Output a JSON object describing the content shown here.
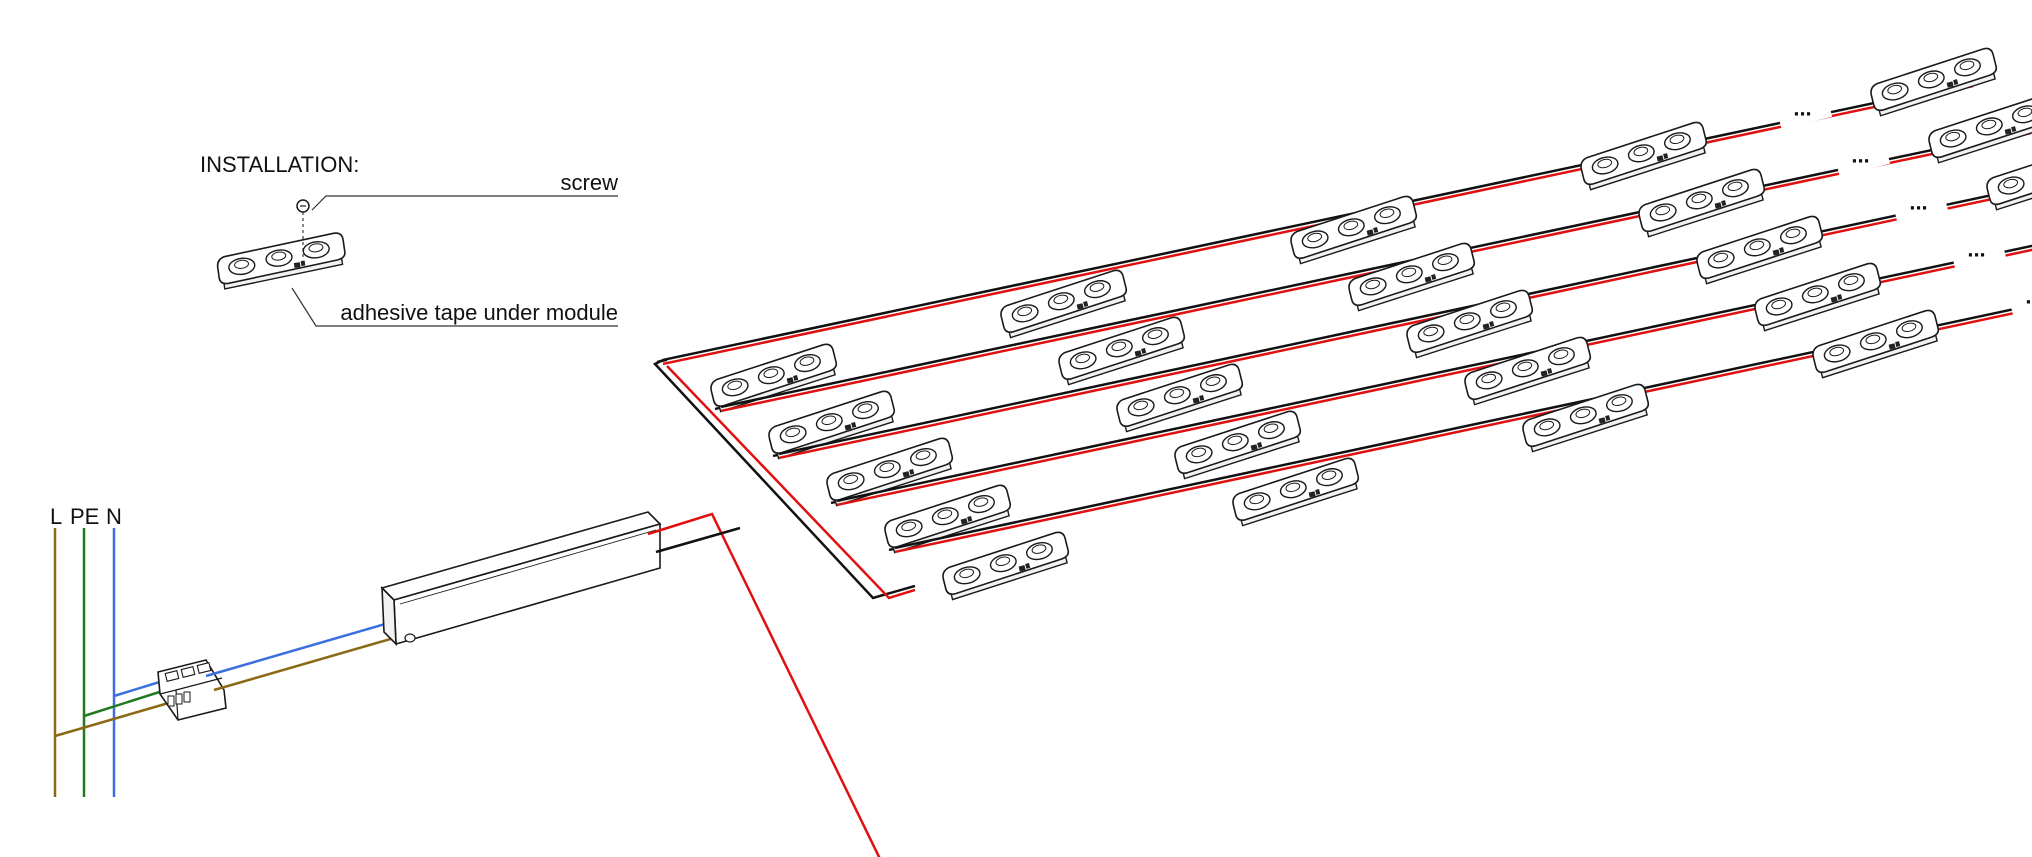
{
  "installation": {
    "heading": "INSTALLATION:",
    "screw_label": "screw",
    "tape_label": "adhesive tape under module"
  },
  "mains": {
    "L_label": "L",
    "PE_label": "PE",
    "N_label": "N"
  },
  "continuation_marker": "...",
  "wire_colors": {
    "L": "#8B6914",
    "PE": "#1f7a1f",
    "N": "#3b6fe0",
    "positive": "#e01010",
    "negative": "#111111"
  },
  "strings": {
    "count": 5,
    "modules_per_string": 5
  }
}
